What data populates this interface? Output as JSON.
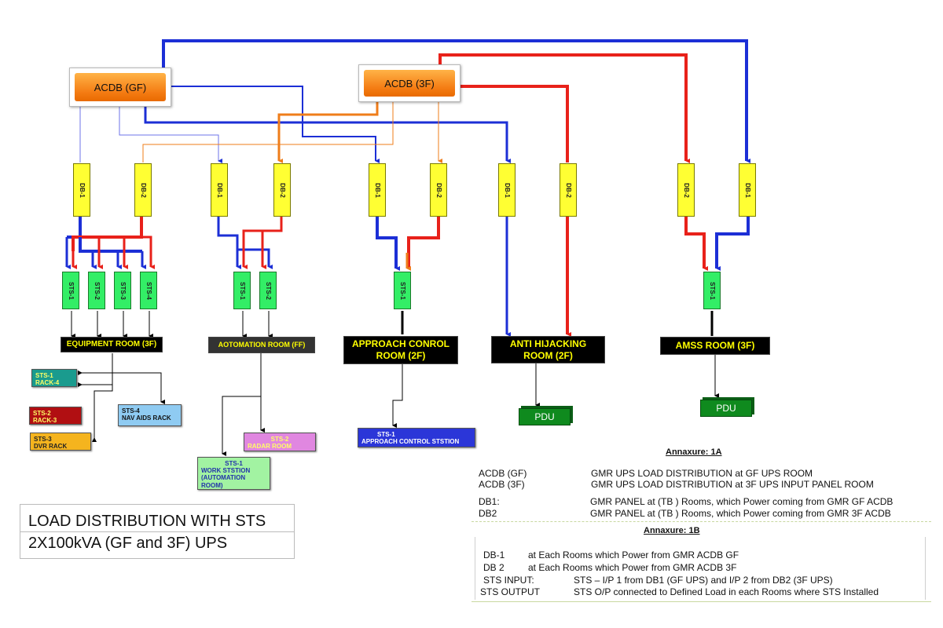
{
  "acdb": {
    "gf_label": "ACDB (GF)",
    "f3_label": "ACDB (3F)"
  },
  "db": {
    "db1": "DB-1",
    "db2": "DB-2"
  },
  "sts": {
    "s1": "STS-1",
    "s2": "STS-2",
    "s3": "STS-3",
    "s4": "STS-4"
  },
  "rooms": {
    "equipment": "EQUIPMENT ROOM (3F)",
    "automation": "AOTOMATION ROOM (FF)",
    "approach_line1": "APPROACH CONROL",
    "approach_line2": "ROOM    (2F)",
    "anti_line1": "ANTI HIJACKING",
    "anti_line2": "ROOM    (2F)",
    "amss": "AMSS ROOM (3F)"
  },
  "loads": {
    "rack4_l1": "STS-1",
    "rack4_l2": "RACK-4",
    "rack3_l1": "STS-2",
    "rack3_l2": "RACK-3",
    "dvr_l1": "STS-3",
    "dvr_l2": "DVR RACK",
    "navaids_l1": "STS-4",
    "navaids_l2": "NAV AIDS RACK",
    "radar_l1": "STS-2",
    "radar_l2": "RADAR ROOM",
    "work_l1": "STS-1",
    "work_l2": "WORK STSTION",
    "work_l3": "(AUTOMATION",
    "work_l4": "ROOM)",
    "approach_ws_l1": "STS-1",
    "approach_ws_l2": "APPROACH CONTROL STSTION",
    "pdu": "PDU"
  },
  "title": {
    "line1": "LOAD DISTRIBUTION WITH STS",
    "line2": "2X100kVA (GF and 3F) UPS"
  },
  "annexure_1a": {
    "heading": "Annaxure: 1A",
    "rows": [
      {
        "key": "ACDB (GF)",
        "value": "GMR UPS LOAD DISTRIBUTION at GF UPS ROOM"
      },
      {
        "key": "ACDB (3F)",
        "value": "GMR UPS LOAD DISTRIBUTION at 3F UPS INPUT PANEL ROOM"
      },
      {
        "key": "DB1:",
        "value": "GMR PANEL at (TB ) Rooms, which Power coming from GMR GF ACDB"
      },
      {
        "key": "DB2",
        "value": "GMR PANEL at (TB ) Rooms, which Power coming from GMR 3F ACDB"
      }
    ]
  },
  "annexure_1b": {
    "heading": "Annaxure: 1B",
    "rows": [
      {
        "key": "DB-1",
        "value": "at Each Rooms which Power from GMR ACDB GF"
      },
      {
        "key": "DB 2",
        "value": "at Each Rooms which Power from GMR ACDB 3F"
      },
      {
        "key": "STS INPUT:",
        "value": "STS – I/P 1 from DB1 (GF UPS) and I/P 2 from  DB2 (3F UPS)"
      },
      {
        "key": "STS OUTPUT",
        "value": "STS O/P connected to Defined Load in each Rooms where STS Installed"
      }
    ]
  },
  "colors": {
    "gf_feed": "#1c2fd6",
    "f3_feed": "#e8211a",
    "orange_feed": "#ef7d1a",
    "db_fill": "#ffff33",
    "sts_fill": "#33ee66",
    "room_fill": "#000000",
    "room_text": "#ffff00"
  }
}
